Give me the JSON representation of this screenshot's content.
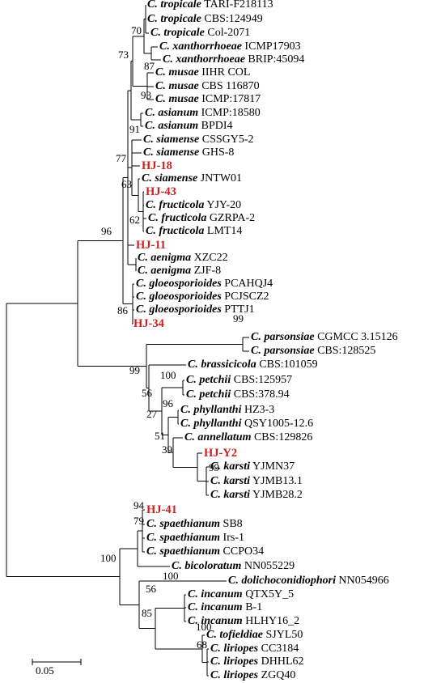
{
  "tips": [
    {
      "g": "C. tropicale",
      "s": "TARI-F218113"
    },
    {
      "g": "C. tropicale",
      "s": "CBS:124949"
    },
    {
      "g": "C. tropicale",
      "s": "Col-2071"
    },
    {
      "g": "C. xanthorrhoeae",
      "s": "ICMP17903"
    },
    {
      "g": "C. xanthorrhoeae",
      "s": "BRIP:45094"
    },
    {
      "g": "C. musae",
      "s": "IIHR COL"
    },
    {
      "g": "C. musae",
      "s": "CBS 116870"
    },
    {
      "g": "C. musae",
      "s": "ICMP:17817"
    },
    {
      "g": "C. asianum",
      "s": "ICMP:18580"
    },
    {
      "g": "C. asianum",
      "s": "BPDI4"
    },
    {
      "g": "C. siamense",
      "s": "CSSGY5-2"
    },
    {
      "g": "C. siamense",
      "s": "GHS-8"
    },
    {
      "g": "",
      "s": "HJ-18",
      "hl": true
    },
    {
      "g": "C. siamense",
      "s": "JNTW01"
    },
    {
      "g": "",
      "s": "HJ-43",
      "hl": true
    },
    {
      "g": "C. fructicola",
      "s": "YJY-20"
    },
    {
      "g": "C. fructicola",
      "s": "GZRPA-2"
    },
    {
      "g": "C. fructicola",
      "s": "LMT14"
    },
    {
      "g": "",
      "s": "HJ-11",
      "hl": true
    },
    {
      "g": "C. aenigma",
      "s": "XZC22"
    },
    {
      "g": "C. aenigma",
      "s": "ZJF-8"
    },
    {
      "g": "C. gloeosporioides",
      "s": "PCAHQJ4"
    },
    {
      "g": "C. gloeosporioides",
      "s": "PCJSCZ2"
    },
    {
      "g": "C. gloeosporioides",
      "s": "PTTJ1"
    },
    {
      "g": "",
      "s": "HJ-34",
      "hl": true
    },
    {
      "g": "C. parsonsiae",
      "s": "CGMCC 3.15126"
    },
    {
      "g": "C. parsonsiae",
      "s": "CBS:128525"
    },
    {
      "g": "C. brassicicola",
      "s": "CBS:101059"
    },
    {
      "g": "C. petchii",
      "s": "CBS:125957"
    },
    {
      "g": "C. petchii",
      "s": "CBS:378.94"
    },
    {
      "g": "C. phyllanthi",
      "s": "HZ3-3"
    },
    {
      "g": "C. phyllanthi",
      "s": "QSY1005-12.6"
    },
    {
      "g": "C. annellatum",
      "s": "CBS:129826"
    },
    {
      "g": "",
      "s": "HJ-Y2",
      "hl": true
    },
    {
      "g": "C. karsti",
      "s": "YJMN37"
    },
    {
      "g": "C. karsti",
      "s": "YJMB13.1"
    },
    {
      "g": "C. karsti",
      "s": "YJMB28.2"
    },
    {
      "g": "",
      "s": "HJ-41",
      "hl": true
    },
    {
      "g": "C. spaethianum",
      "s": "SB8"
    },
    {
      "g": "C. spaethianum",
      "s": "Irs-1"
    },
    {
      "g": "C. spaethianum",
      "s": "CCPO34"
    },
    {
      "g": "C. bicoloratum",
      "s": "NN055229"
    },
    {
      "g": "C. dolichoconidiophori",
      "s": "NN054966"
    },
    {
      "g": "C. incanum",
      "s": "QTX5Y_5"
    },
    {
      "g": "C. incanum",
      "s": "B-1"
    },
    {
      "g": "C. incanum",
      "s": "HLHY16_2"
    },
    {
      "g": "C. tofieldiae",
      "s": "SJYL50"
    },
    {
      "g": "C. liriopes",
      "s": "CC3184"
    },
    {
      "g": "C. liriopes",
      "s": "DHHL62"
    },
    {
      "g": "C. liriopes",
      "s": "ZGQ40"
    }
  ],
  "bootstrap": [
    "70",
    "73",
    "87",
    "93",
    "91",
    "77",
    "63",
    "62",
    "96",
    "86",
    "99",
    "99",
    "56",
    "100",
    "27",
    "96",
    "51",
    "39",
    "99",
    "94",
    "79",
    "100",
    "100",
    "56",
    "85",
    "100",
    "68"
  ],
  "scale_bar": {
    "label": "0.05"
  },
  "colors": {
    "line": "#000000",
    "highlight": "#cc1f1f"
  }
}
